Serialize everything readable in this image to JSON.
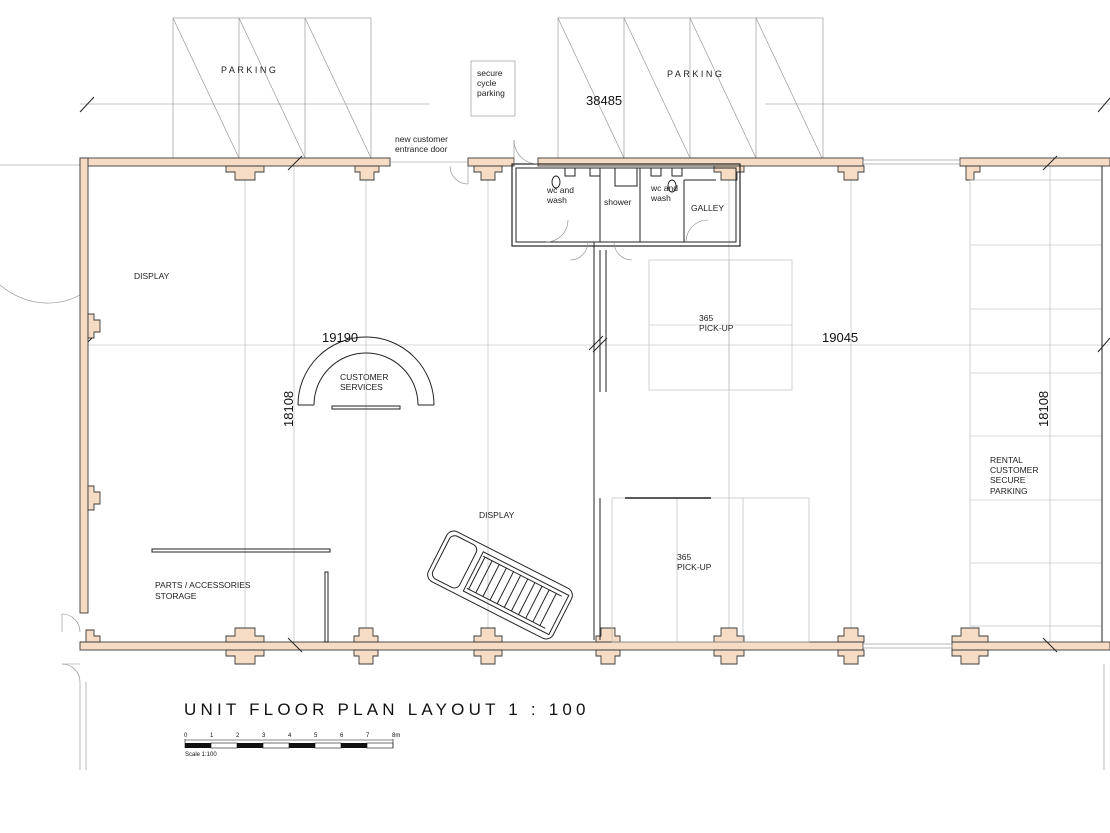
{
  "parking_labels": [
    "PARKING",
    "PARKING"
  ],
  "secure_cycle": [
    "secure",
    "cycle",
    "parking"
  ],
  "entrance": [
    "new customer",
    "entrance door"
  ],
  "rooms": {
    "wc_left": [
      "wc and",
      "wash"
    ],
    "shower": "shower",
    "wc_right": [
      "wc and",
      "wash"
    ],
    "galley": "GALLEY",
    "display_top": "DISPLAY",
    "display_mid": "DISPLAY",
    "customer_services": [
      "CUSTOMER",
      "SERVICES"
    ],
    "pickup_top": [
      "365",
      "PICK-UP"
    ],
    "pickup_bottom": [
      "365",
      "PICK-UP"
    ],
    "parts_storage": [
      "PARTS  / ACCESSORIES",
      "STORAGE"
    ],
    "rental_parking": [
      "RENTAL",
      "CUSTOMER",
      "SECURE",
      "PARKING"
    ]
  },
  "dimensions": {
    "overall_width": "38485",
    "left_width": "19190",
    "right_width": "19045",
    "left_depth": "18108",
    "right_depth": "18108"
  },
  "title": "UNIT FLOOR PLAN LAYOUT   1 : 100",
  "scale_bar": {
    "ticks": [
      "0",
      "1",
      "2",
      "3",
      "4",
      "5",
      "6",
      "7",
      "8m"
    ],
    "caption": "Scale 1:100"
  }
}
